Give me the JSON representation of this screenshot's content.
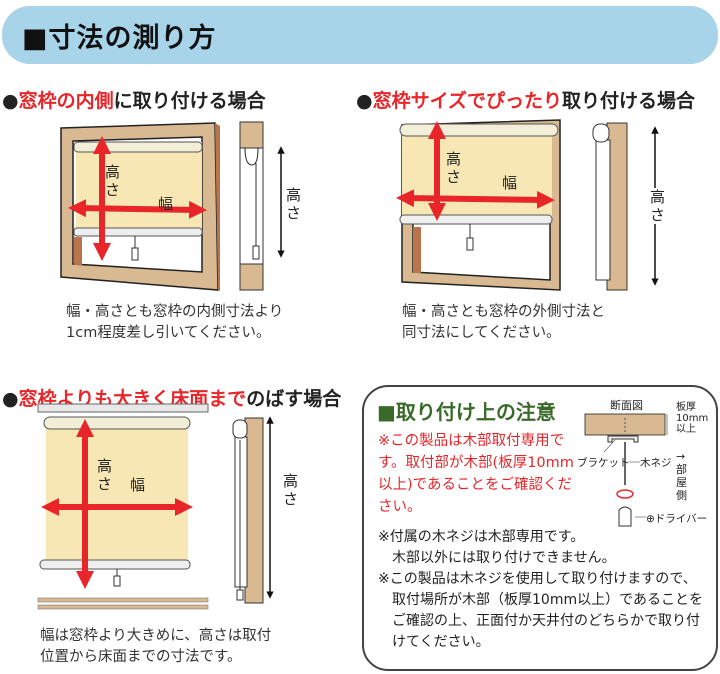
{
  "header": {
    "title": "■寸法の測り方"
  },
  "section1": {
    "bullet": "●",
    "highlight": "窓枠の内側",
    "rest": "に取り付ける場合",
    "caption": [
      "幅・高さとも窓枠の内側寸法より",
      "1cm程度差し引いてください。"
    ],
    "height_label": "高さ",
    "width_label": "幅",
    "side_height_label": "高さ"
  },
  "section2": {
    "bullet": "●",
    "highlight": "窓枠サイズでぴったり",
    "rest": "取り付ける場合",
    "caption": [
      "幅・高さとも窓枠の外側寸法と",
      "同寸法にしてください。"
    ],
    "height_label": "高さ",
    "width_label": "幅",
    "side_height_label": "高さ"
  },
  "section3": {
    "bullet": "●",
    "highlight": "窓枠よりも大きく床面まで",
    "rest": "のばす場合",
    "caption": [
      "幅は窓枠より大きめに、高さは取付",
      "位置から床面までの寸法です。"
    ],
    "height_label": "高さ",
    "width_label": "幅",
    "side_height_label": "高さ"
  },
  "notice": {
    "title": "■取り付け上の注意",
    "warning": "※この製品は木部取付専用です。取付部が木部(板厚10mm以上)であることをご確認ください。",
    "notes": [
      "※付属の木ネジは木部専用です。",
      "　木部以外には取り付けできません。",
      "※この製品は木ネジを使用して取り付けますので、",
      "　取付場所が木部（板厚10mm以上）であることを",
      "　ご確認の上、正面付か天井付のどちらかで取り付",
      "　けてください。"
    ],
    "figure": {
      "title": "断面図",
      "thickness": [
        "板厚",
        "10mm",
        "以上"
      ],
      "bracket": "ブラケット",
      "screw": "木ネジ",
      "room_side": [
        "→",
        "部",
        "屋",
        "側"
      ],
      "driver": "⊕ドライバー"
    }
  },
  "colors": {
    "banner": "#a8d4ea",
    "accent_red": "#e8262a",
    "frame": "#d8b992",
    "blind": "#f7e7b5",
    "notice_green": "#3a6a2a"
  }
}
